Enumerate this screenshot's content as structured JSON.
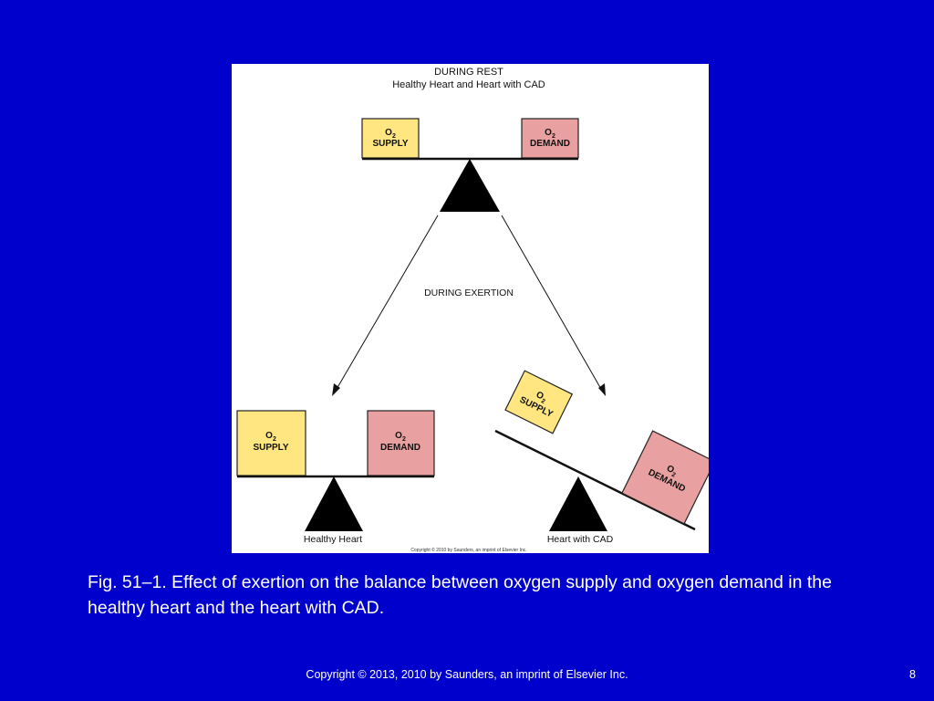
{
  "slide": {
    "background_color": "#0000cc",
    "page_number": "8",
    "footer": "Copyright © 2013, 2010 by Saunders, an imprint of Elsevier Inc."
  },
  "figure": {
    "title_line1": "DURING REST",
    "title_line2": "Healthy Heart and Heart with CAD",
    "middle_label": "DURING EXERTION",
    "supply": {
      "o": "O",
      "sub": "2",
      "word": "SUPPLY",
      "color": "#ffe680"
    },
    "demand": {
      "o": "O",
      "sub": "2",
      "word": "DEMAND",
      "color": "#e8a0a0"
    },
    "healthy_label": "Healthy Heart",
    "cad_label": "Heart with CAD",
    "copyright": "Copyright © 2010 by Saunders, an imprint of Elsevier Inc."
  },
  "caption": "Fig. 51–1. Effect of exertion on the balance between oxygen supply and oxygen demand in the healthy heart and the heart with CAD."
}
